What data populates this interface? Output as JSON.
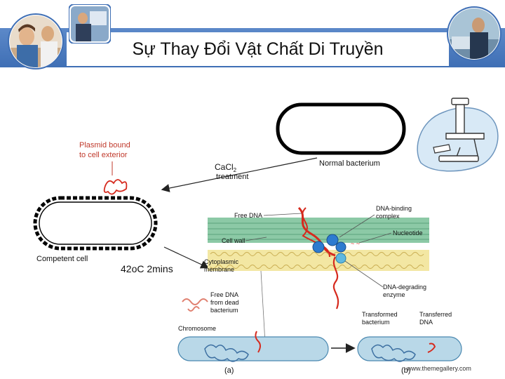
{
  "slide": {
    "title": "Sự Thay Đổi Vật Chất Di Truyền",
    "footer": "www.themegallery.com"
  },
  "diagram": {
    "plasmid_bound": [
      "Plasmid bound",
      "to cell exterior"
    ],
    "cacl2": "CaCl",
    "cacl2_sub": "2",
    "treatment": "treatment",
    "normal_bacterium": "Normal bacterium",
    "competent_cell": "Competent cell",
    "heat_shock": "42oC 2mins",
    "free_dna": "Free DNA",
    "dna_binding": [
      "DNA-binding",
      "complex"
    ],
    "nucleotide": "Nucleotide",
    "cell_wall": "Cell wall",
    "cytoplasmic": [
      "Cytoplasmic",
      "membrane"
    ],
    "free_dna_dead": [
      "Free DNA",
      "from dead",
      "bacterium"
    ],
    "dna_degrading": [
      "DNA-degrading",
      "enzyme"
    ],
    "transformed": [
      "Transformed",
      "bacterium"
    ],
    "transferred": [
      "Transferred",
      "DNA"
    ],
    "chromosome": "Chromosome",
    "label_a": "(a)",
    "label_b": "(b)"
  },
  "colors": {
    "title_bar": "#4a7bc0",
    "dna_red": "#d62a1e",
    "membrane_green": "#8cc9a6",
    "membrane_yellow": "#f3e7a3",
    "cell_fill": "#b9d8e8"
  },
  "icons": [
    "office-people-photo",
    "office-worker-photo",
    "microscope-icon"
  ]
}
